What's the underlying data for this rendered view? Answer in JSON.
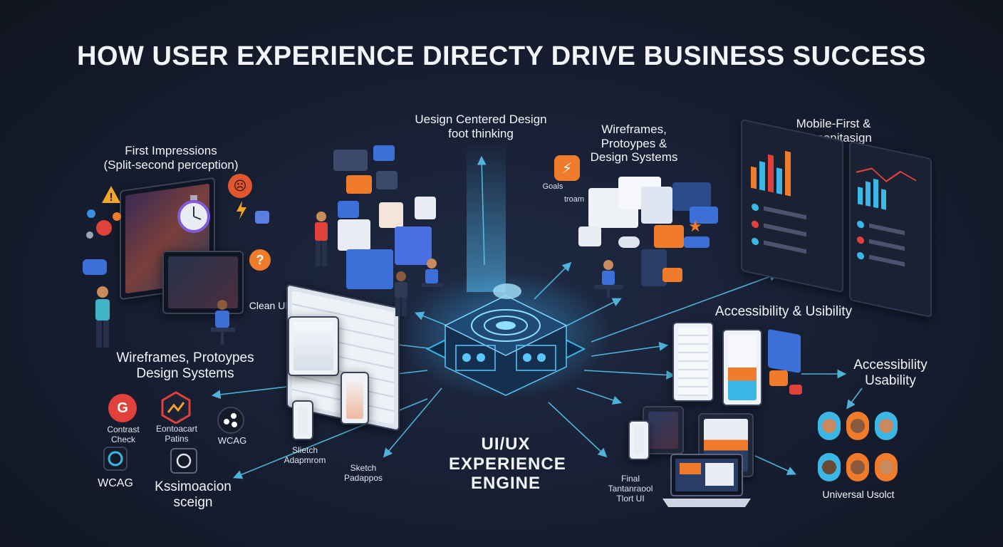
{
  "title": "HOW USER EXPERIENCE DIRECTY DRIVE  BUSINESS SUCCESS",
  "center": {
    "engine_line1": "UI/UX",
    "engine_line2": "EXPERIENCE",
    "engine_line3": "ENGINE"
  },
  "nodes": {
    "first_impressions": {
      "line1": "First Impressions",
      "line2": "(Split-second perception)"
    },
    "user_centered": {
      "line1": "Uesign Centered Design",
      "line2": "foot thinking"
    },
    "wireframes_top": {
      "line1": "Wireframes,",
      "line2": "Protoypes &",
      "line3": "Design Systems"
    },
    "mobile_first": {
      "line1": "Mobile-First &",
      "line2": "Responitasign"
    },
    "clean_ui": {
      "line1": "Clean UI"
    },
    "wireframes_left": {
      "line1": "Wireframes, Protoypes",
      "line2": "Design Systems"
    },
    "accessibility_main": {
      "line1": "Accessibility & Usibility"
    },
    "accessibility_right": {
      "line1": "Accessibility",
      "line2": "Usability"
    },
    "universal": {
      "line1": "Universal Usolct"
    },
    "final_ui": {
      "line1": "Final",
      "line2": "Tantanraool",
      "line3": "Tlort UI"
    },
    "sketch_adap": {
      "line1": "Slietch",
      "line2": "Adapmrom"
    },
    "sketch_pad": {
      "line1": "Sketch",
      "line2": "Padappos"
    },
    "kssimoacion": {
      "line1": "Kssimoacion",
      "line2": "sceign"
    }
  },
  "tools": {
    "contrast": {
      "line1": "Contrast",
      "line2": "Check"
    },
    "contrast_patterns": {
      "line1": "Eontoacart",
      "line2": "Patins"
    },
    "wcag1": "WCAG",
    "wcag2": "WCAG"
  },
  "small_labels": {
    "goals": "Goals",
    "troam": "troam"
  },
  "colors": {
    "accent": "#3bb7e6",
    "orange": "#f07b2b",
    "panel": "#0f1522",
    "red": "#e0413a"
  }
}
